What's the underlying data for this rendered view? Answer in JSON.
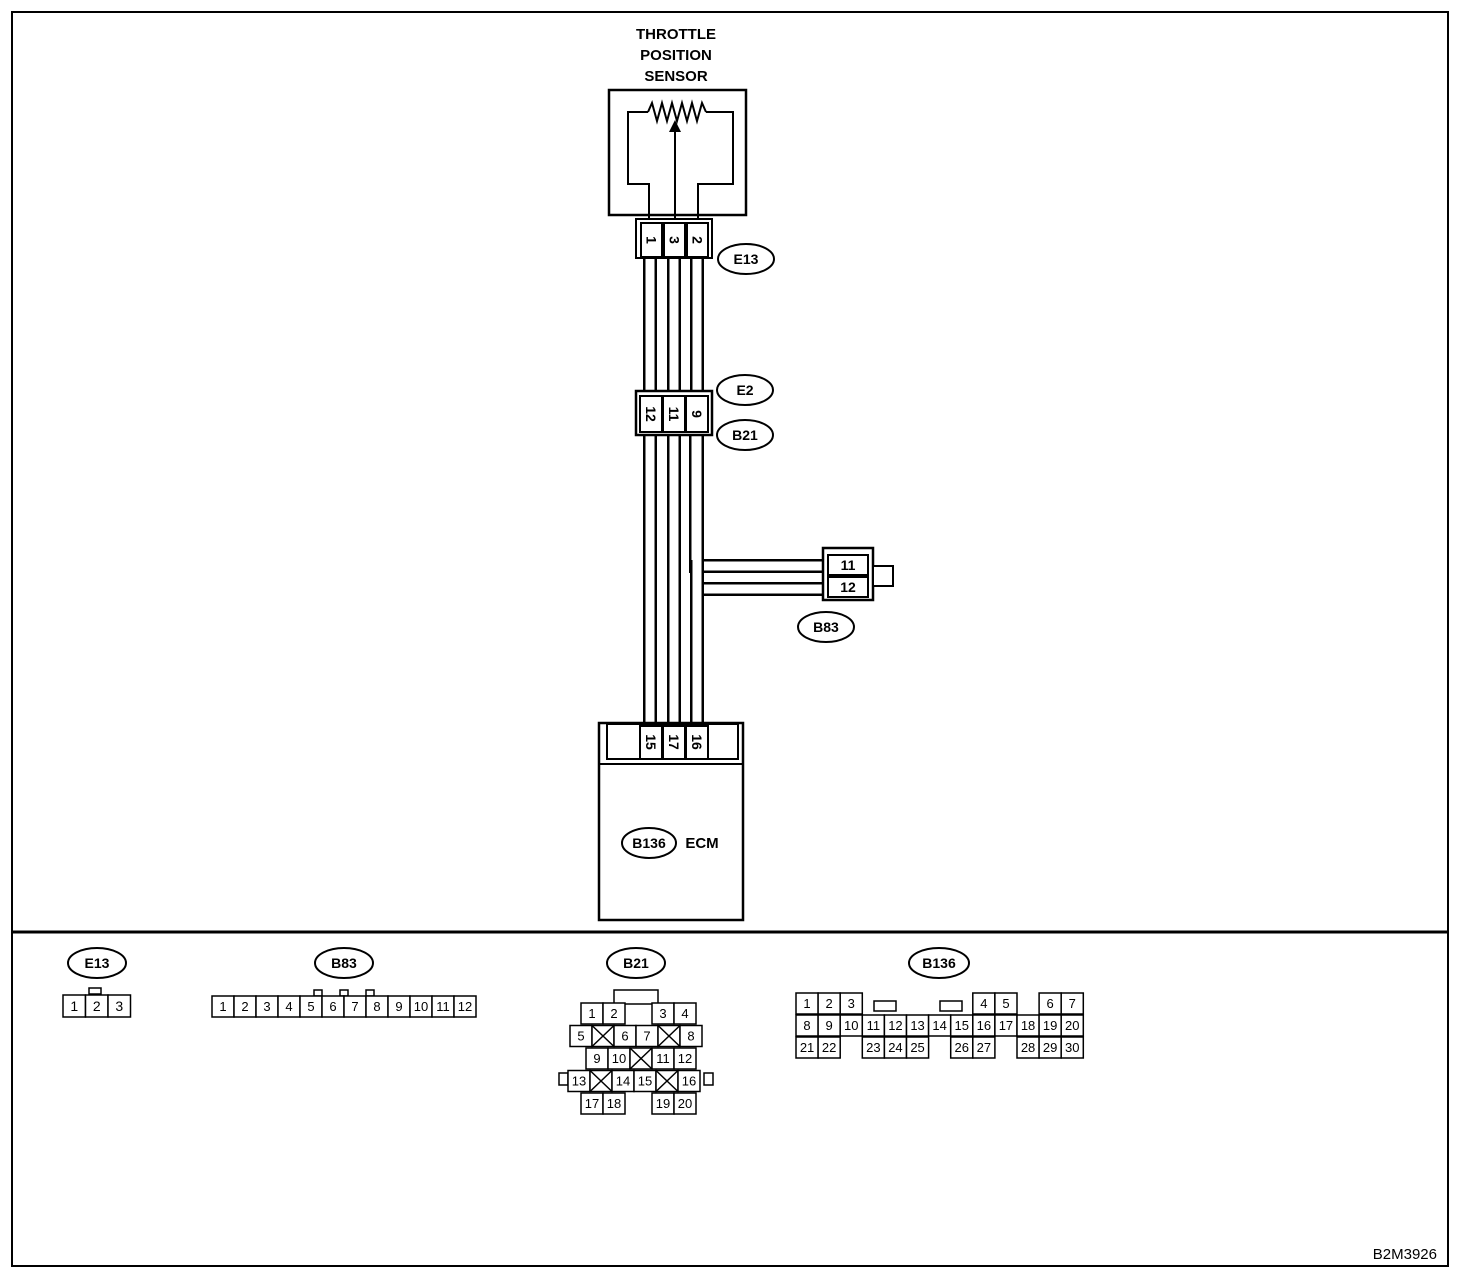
{
  "sensor": {
    "title_lines": [
      "THROTTLE",
      "POSITION",
      "SENSOR"
    ]
  },
  "sensor_pins": [
    "1",
    "3",
    "2"
  ],
  "e13_tag": "E13",
  "e2_tag": "E2",
  "b21_tag": "B21",
  "b21_pins": [
    "12",
    "11",
    "9"
  ],
  "b83_tag": "B83",
  "b83_pins": [
    "11",
    "12"
  ],
  "ecm": {
    "tag": "B136",
    "label": "ECM",
    "pins": [
      "15",
      "17",
      "16"
    ]
  },
  "legend": {
    "e13": {
      "tag": "E13",
      "pins": [
        "1",
        "2",
        "3"
      ]
    },
    "b83": {
      "tag": "B83",
      "pins": [
        "1",
        "2",
        "3",
        "4",
        "5",
        "6",
        "7",
        "8",
        "9",
        "10",
        "11",
        "12"
      ]
    },
    "b21": {
      "tag": "B21",
      "rows": [
        [
          "1",
          "2",
          "",
          "3",
          "4"
        ],
        [
          "5",
          "X",
          "6",
          "7",
          "X",
          "8"
        ],
        [
          "9",
          "10",
          "X",
          "11",
          "12"
        ],
        [
          "13",
          "X",
          "14",
          "15",
          "X",
          "16"
        ],
        [
          "17",
          "18",
          "",
          "19",
          "20"
        ]
      ]
    },
    "b136": {
      "tag": "B136",
      "rows": [
        [
          "1",
          "2",
          "3",
          "",
          "",
          "",
          "",
          "",
          "4",
          "5",
          "",
          "6",
          "7"
        ],
        [
          "8",
          "9",
          "10",
          "11",
          "12",
          "13",
          "14",
          "15",
          "16",
          "17",
          "18",
          "19",
          "20"
        ],
        [
          "21",
          "22",
          "",
          "23",
          "24",
          "25",
          "",
          "26",
          "27",
          "",
          "28",
          "29",
          "30"
        ]
      ]
    }
  },
  "figure_code": "B2M3926"
}
